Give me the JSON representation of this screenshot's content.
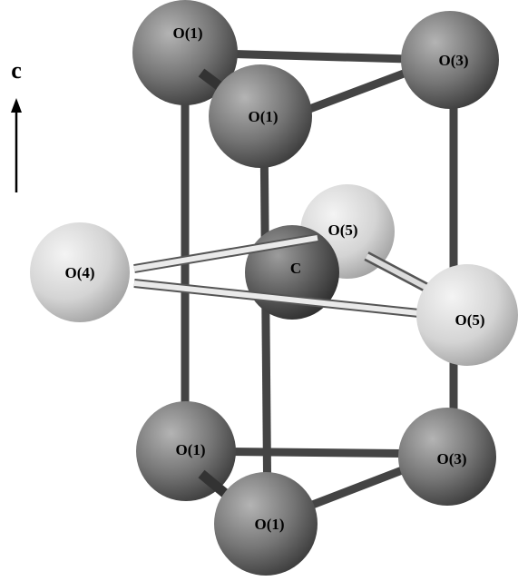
{
  "axis": {
    "label": "c"
  },
  "atoms": [
    {
      "id": "top-back-left",
      "label": "O(1)",
      "color": "#6e6e6e"
    },
    {
      "id": "top-back-right",
      "label": "O(3)",
      "color": "#6e6e6e"
    },
    {
      "id": "top-front",
      "label": "O(1)",
      "color": "#6e6e6e"
    },
    {
      "id": "mid-left",
      "label": "O(4)",
      "color": "#cfcfcf"
    },
    {
      "id": "mid-back",
      "label": "O(5)",
      "color": "#cfcfcf"
    },
    {
      "id": "center",
      "label": "C",
      "color": "#5e5e5e"
    },
    {
      "id": "mid-right",
      "label": "O(5)",
      "color": "#d6d6d6"
    },
    {
      "id": "bottom-back-left",
      "label": "O(1)",
      "color": "#6e6e6e"
    },
    {
      "id": "bottom-back-right",
      "label": "O(3)",
      "color": "#6e6e6e"
    },
    {
      "id": "bottom-front",
      "label": "O(1)",
      "color": "#6e6e6e"
    }
  ],
  "colors": {
    "dark_atom": "#6e6e6e",
    "light_atom": "#d0d0d0",
    "dark_bond": "#444444",
    "light_bond": "#e6e6e6"
  }
}
